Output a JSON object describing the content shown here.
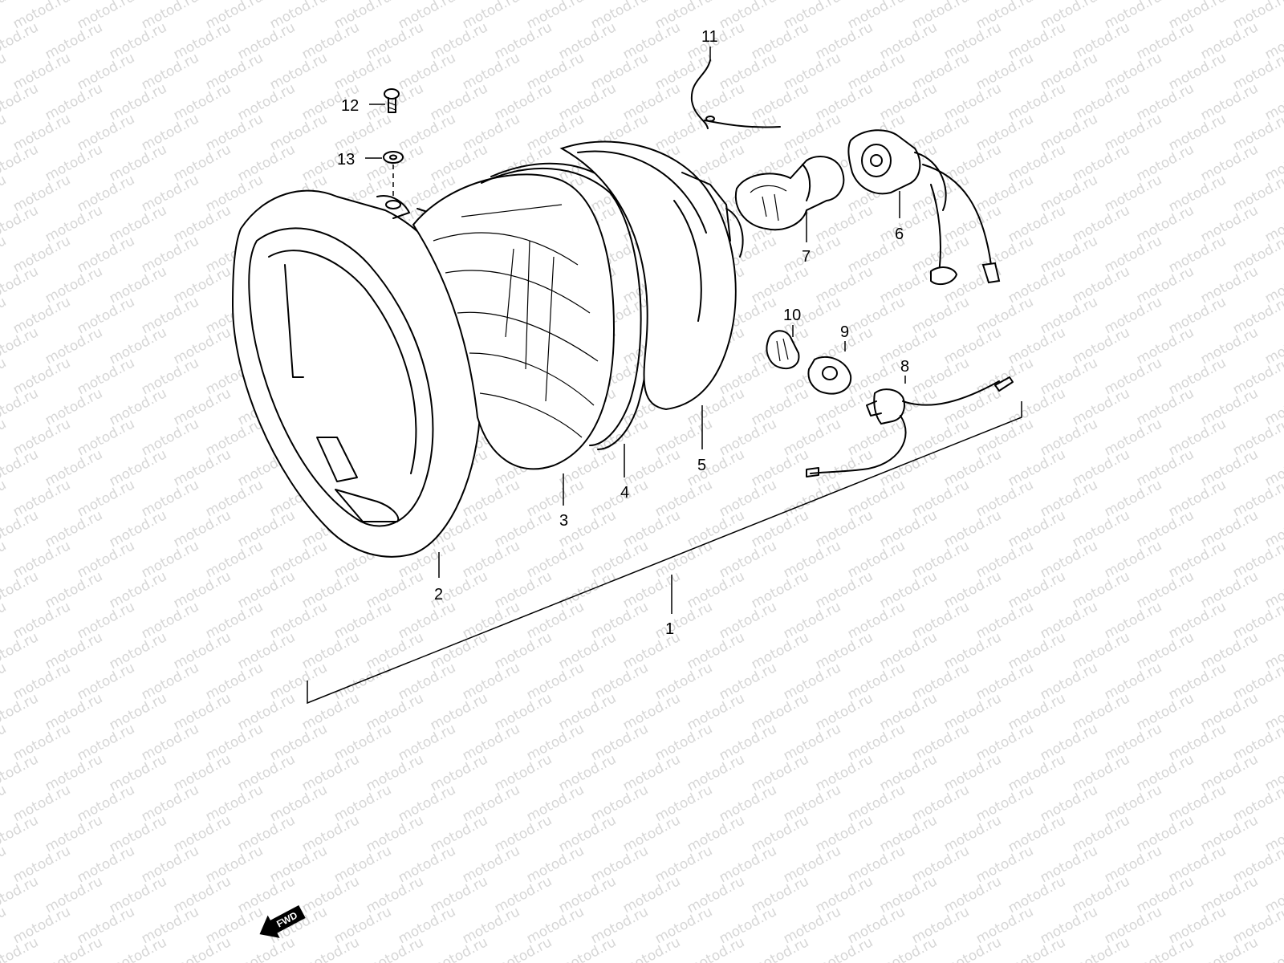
{
  "watermark": {
    "text": "motod.ru",
    "color": "#d6d6d6"
  },
  "callouts": [
    {
      "id": "1",
      "label": "1"
    },
    {
      "id": "2",
      "label": "2"
    },
    {
      "id": "3",
      "label": "3"
    },
    {
      "id": "4",
      "label": "4"
    },
    {
      "id": "5",
      "label": "5"
    },
    {
      "id": "6",
      "label": "6"
    },
    {
      "id": "7",
      "label": "7"
    },
    {
      "id": "8",
      "label": "8"
    },
    {
      "id": "9",
      "label": "9"
    },
    {
      "id": "10",
      "label": "10"
    },
    {
      "id": "11",
      "label": "11"
    },
    {
      "id": "12",
      "label": "12"
    },
    {
      "id": "13",
      "label": "13"
    }
  ],
  "direction_arrow": {
    "label": "FWD",
    "color": "#000000",
    "icon": "arrow-left-down-icon"
  }
}
